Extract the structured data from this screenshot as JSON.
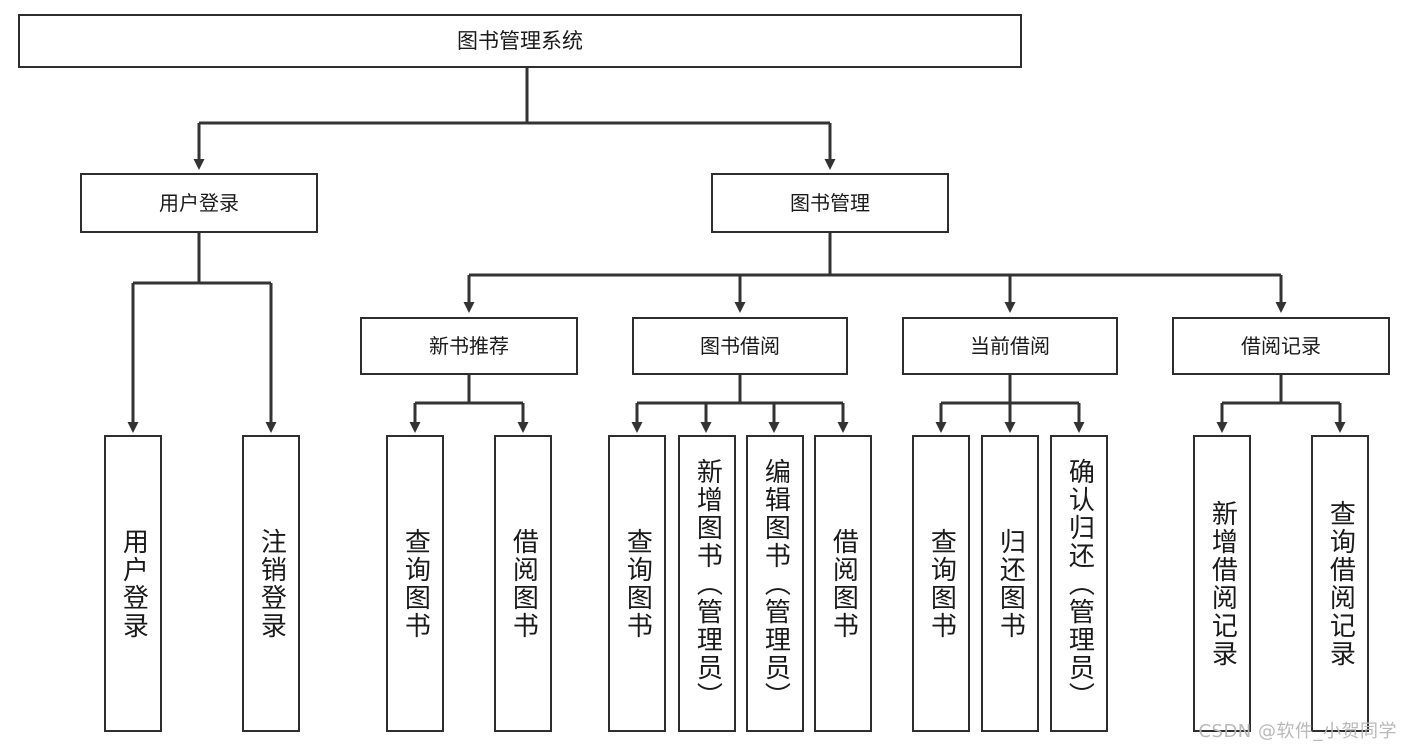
{
  "diagram": {
    "title": "图书管理系统",
    "type": "tree-hierarchy-diagram",
    "colors": {
      "box_border": "#2e2e2e",
      "box_fill": "#ffffff",
      "connector": "#333333",
      "text": "#1a1a1a",
      "watermark": "#b9b9b9"
    },
    "root": {
      "label": "图书管理系统"
    },
    "level2": [
      {
        "label": "用户登录"
      },
      {
        "label": "图书管理"
      }
    ],
    "level3": [
      {
        "label": "新书推荐"
      },
      {
        "label": "图书借阅"
      },
      {
        "label": "当前借阅"
      },
      {
        "label": "借阅记录"
      }
    ],
    "leaves": {
      "user_login": [
        {
          "label": "用户登录"
        },
        {
          "label": "注销登录"
        }
      ],
      "new_book_recommend": [
        {
          "label": "查询图书"
        },
        {
          "label": "借阅图书"
        }
      ],
      "book_borrow": [
        {
          "label": "查询图书"
        },
        {
          "label": "新增图书（管理员）"
        },
        {
          "label": "编辑图书（管理员）"
        },
        {
          "label": "借阅图书"
        }
      ],
      "current_borrow": [
        {
          "label": "查询图书"
        },
        {
          "label": "归还图书"
        },
        {
          "label": "确认归还（管理员）"
        }
      ],
      "borrow_record": [
        {
          "label": "新增借阅记录"
        },
        {
          "label": "查询借阅记录"
        }
      ]
    }
  },
  "watermark": {
    "text": "CSDN @软件_小贺同学"
  }
}
